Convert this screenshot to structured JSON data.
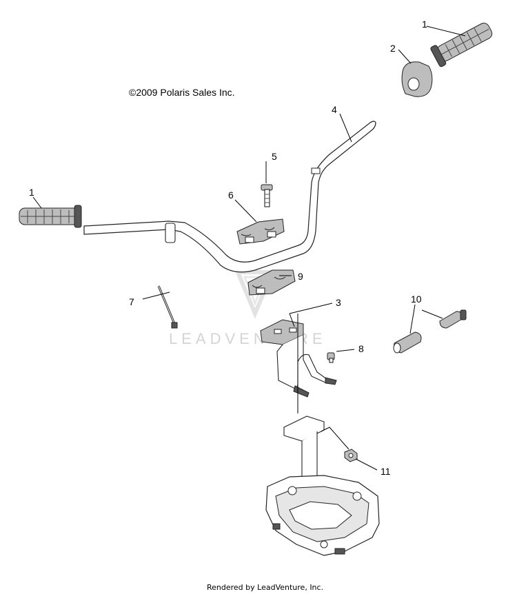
{
  "copyright": "©2009 Polaris Sales Inc.",
  "watermark": "LEADVENTURE",
  "footer": "Rendered by LeadVenture, Inc.",
  "callouts": {
    "c1_top": "1",
    "c2": "2",
    "c4": "4",
    "c5": "5",
    "c1_left": "1",
    "c6": "6",
    "c9": "9",
    "c7": "7",
    "c3": "3",
    "c10": "10",
    "c8": "8",
    "c11": "11"
  },
  "parts": [
    {
      "callout": "1",
      "icon": "handlebar-grip-icon"
    },
    {
      "callout": "2",
      "icon": "grip-end-cap-icon"
    },
    {
      "callout": "3",
      "icon": "handlebar-mount-bracket-icon"
    },
    {
      "callout": "4",
      "icon": "handlebar-tube-icon"
    },
    {
      "callout": "5",
      "icon": "bolt-icon"
    },
    {
      "callout": "6",
      "icon": "upper-clamp-icon"
    },
    {
      "callout": "7",
      "icon": "cable-tie-icon"
    },
    {
      "callout": "8",
      "icon": "screw-icon"
    },
    {
      "callout": "9",
      "icon": "lower-clamp-icon"
    },
    {
      "callout": "10",
      "icon": "throttle-sleeve-icon"
    },
    {
      "callout": "11",
      "icon": "nut-icon"
    }
  ]
}
